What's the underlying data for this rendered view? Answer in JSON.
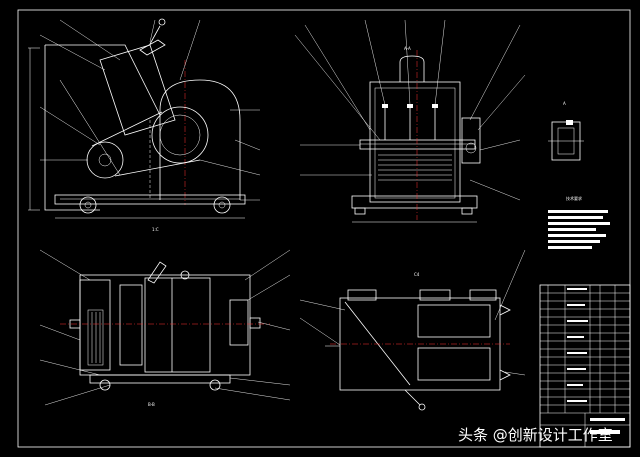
{
  "sheet": {
    "background": "#000000",
    "line_color": "#ffffff",
    "center_line_color": "#ff3030"
  },
  "views": {
    "front": {
      "caption": "1:C"
    },
    "section_aa": {
      "label": "A-A"
    },
    "detail": {
      "label": "A"
    },
    "plan": {
      "label": "B-B"
    },
    "top": {
      "label": "C4"
    }
  },
  "tech_notes": {
    "title": "技术要求"
  },
  "watermark": {
    "text": "头条 @创新设计工作室"
  }
}
